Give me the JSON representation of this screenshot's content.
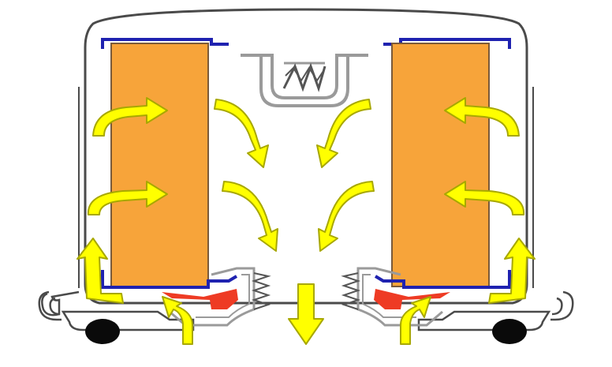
{
  "diagram": {
    "colors": {
      "housing_outline": "#4a4a4a",
      "gray_part": "#9a9a9a",
      "light_gray": "#d8d8d8",
      "filter_media": "#f7a43a",
      "filter_edge": "#7a5a3a",
      "end_cap": "#1f22b0",
      "gasket": "#ee3b24",
      "flow_arrow": "#ffff00",
      "flow_arrow_outline": "#a8a800",
      "wheel": "#0a0a0a",
      "background": "#ffffff"
    },
    "parts": [
      {
        "id": "housing",
        "icon": "housing-shell"
      },
      {
        "id": "filter-left",
        "icon": "filter-media-block"
      },
      {
        "id": "filter-right",
        "icon": "filter-media-block"
      },
      {
        "id": "spring",
        "icon": "spring-icon"
      },
      {
        "id": "outlet",
        "icon": "outlet-arrow-icon"
      }
    ]
  }
}
